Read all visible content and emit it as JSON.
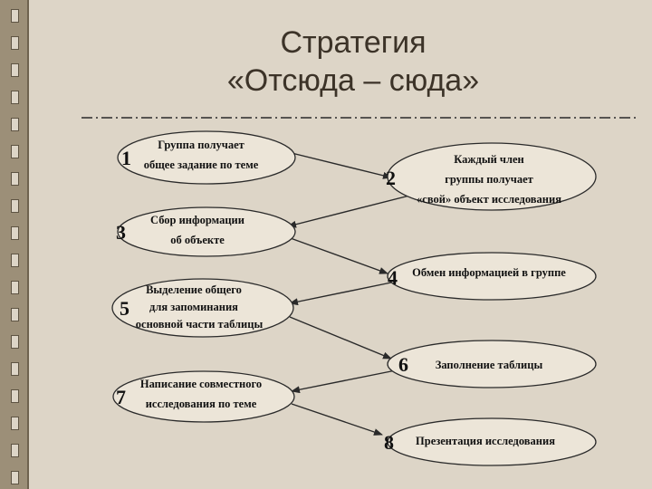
{
  "title": {
    "line1": "Стратегия",
    "line2": "«Отсюда – сюда»"
  },
  "steps": [
    {
      "num": "1",
      "lines": [
        "Группа получает",
        "общее задание по теме"
      ]
    },
    {
      "num": "2",
      "lines": [
        "Каждый член",
        "группы получает",
        "«свой» объект исследования"
      ]
    },
    {
      "num": "3",
      "lines": [
        "Сбор информации",
        "об объекте"
      ]
    },
    {
      "num": "4",
      "lines": [
        "Обмен информацией в группе"
      ]
    },
    {
      "num": "5",
      "lines": [
        "Выделение общего",
        "для запоминания",
        "основной части таблицы"
      ]
    },
    {
      "num": "6",
      "lines": [
        "Заполнение таблицы"
      ]
    },
    {
      "num": "7",
      "lines": [
        "Написание совместного",
        "исследования по теме"
      ]
    },
    {
      "num": "8",
      "lines": [
        "Презентация исследования"
      ]
    }
  ],
  "colors": {
    "background": "#ddd5c7",
    "ellipse_fill": "#ece5d8",
    "line": "#2a2a2a",
    "sidebar": "#9c8f78"
  }
}
